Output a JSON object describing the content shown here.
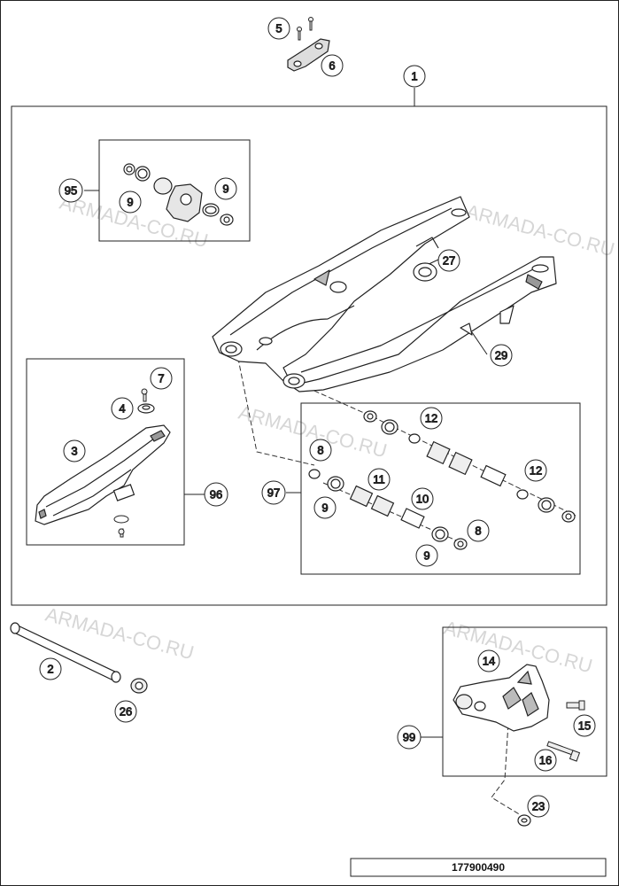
{
  "diagram": {
    "watermark": "ARMADA-CO.RU",
    "drawing_code": "177900490",
    "callouts": {
      "c1": "1",
      "c2": "2",
      "c3": "3",
      "c4": "4",
      "c5": "5",
      "c6": "6",
      "c7": "7",
      "c8a": "8",
      "c8b": "8",
      "c9a": "9",
      "c9b": "9",
      "c9c": "9",
      "c9d": "9",
      "c10": "10",
      "c11": "11",
      "c12a": "12",
      "c12b": "12",
      "c14": "14",
      "c15": "15",
      "c16": "16",
      "c23": "23",
      "c26": "26",
      "c27": "27",
      "c29": "29",
      "c95": "95",
      "c96": "96",
      "c97": "97",
      "c99": "99"
    }
  }
}
